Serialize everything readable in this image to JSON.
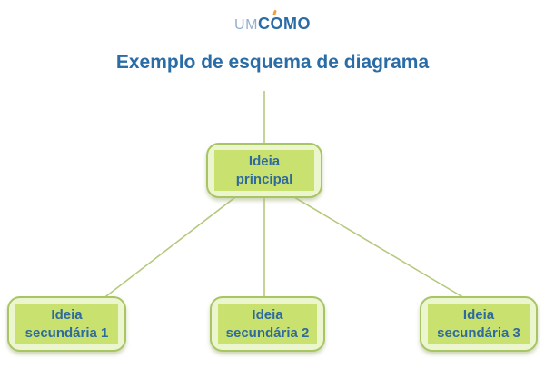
{
  "logo": {
    "um": "UM",
    "como_c": "C",
    "como_o": "O",
    "como_mo": "MO"
  },
  "title": "Exemplo de esquema de diagrama",
  "diagram": {
    "nodes": [
      {
        "id": "main",
        "line1": "Ideia",
        "line2": "principal"
      },
      {
        "id": "sec1",
        "line1": "Ideia",
        "line2": "secundária 1"
      },
      {
        "id": "sec2",
        "line1": "Ideia",
        "line2": "secundária 2"
      },
      {
        "id": "sec3",
        "line1": "Ideia",
        "line2": "secundária 3"
      }
    ],
    "edges": [
      {
        "from": "top",
        "to": "main"
      },
      {
        "from": "main",
        "to": "sec1"
      },
      {
        "from": "main",
        "to": "sec2"
      },
      {
        "from": "main",
        "to": "sec3"
      }
    ]
  },
  "colors": {
    "page-bg": "#ffffff",
    "title-blue": "#2a6ca6",
    "logo-um-blue": "#93afd0",
    "logo-accent-orange": "#f0a13e",
    "node-text-blue": "#2e6a9e",
    "node-fill": "#c9e16e",
    "node-bg": "#ebf6cf",
    "node-border": "#a9c463",
    "edge-line": "#b5c97e"
  }
}
